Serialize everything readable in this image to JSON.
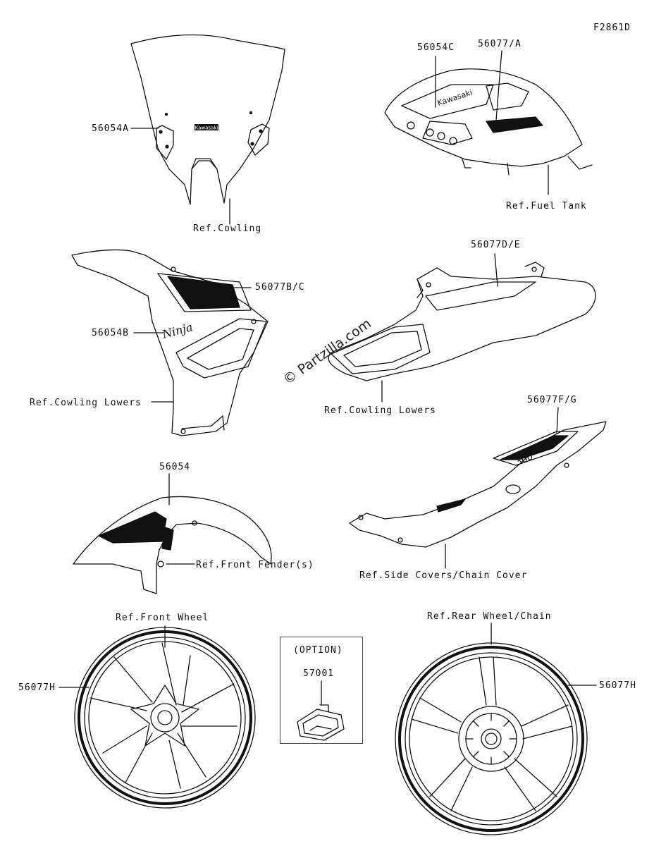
{
  "figure_code": "F2861D",
  "watermark": "© Partzilla.com",
  "option_label": "(OPTION)",
  "labels": {
    "p56054A": "56054A",
    "ref_cowling": "Ref.Cowling",
    "p56054C": "56054C",
    "p56077A": "56077/A",
    "ref_fuel_tank": "Ref.Fuel Tank",
    "p56077BC": "56077B/C",
    "p56054B": "56054B",
    "ref_cowling_lowers_left": "Ref.Cowling Lowers",
    "p56077DE": "56077D/E",
    "ref_cowling_lowers_right": "Ref.Cowling Lowers",
    "p56077FG": "56077F/G",
    "p56054": "56054",
    "ref_front_fender": "Ref.Front Fender(s)",
    "ref_side_covers": "Ref.Side Covers/Chain Cover",
    "ref_front_wheel": "Ref.Front Wheel",
    "p56077H_left": "56077H",
    "p57001": "57001",
    "ref_rear_wheel": "Ref.Rear Wheel/Chain",
    "p56077H_right": "56077H"
  },
  "decals": {
    "windscreen_text": "Kawasaki",
    "tank_text": "Kawasaki",
    "cowling_text": "Ninja",
    "side_cover_text": "300"
  }
}
